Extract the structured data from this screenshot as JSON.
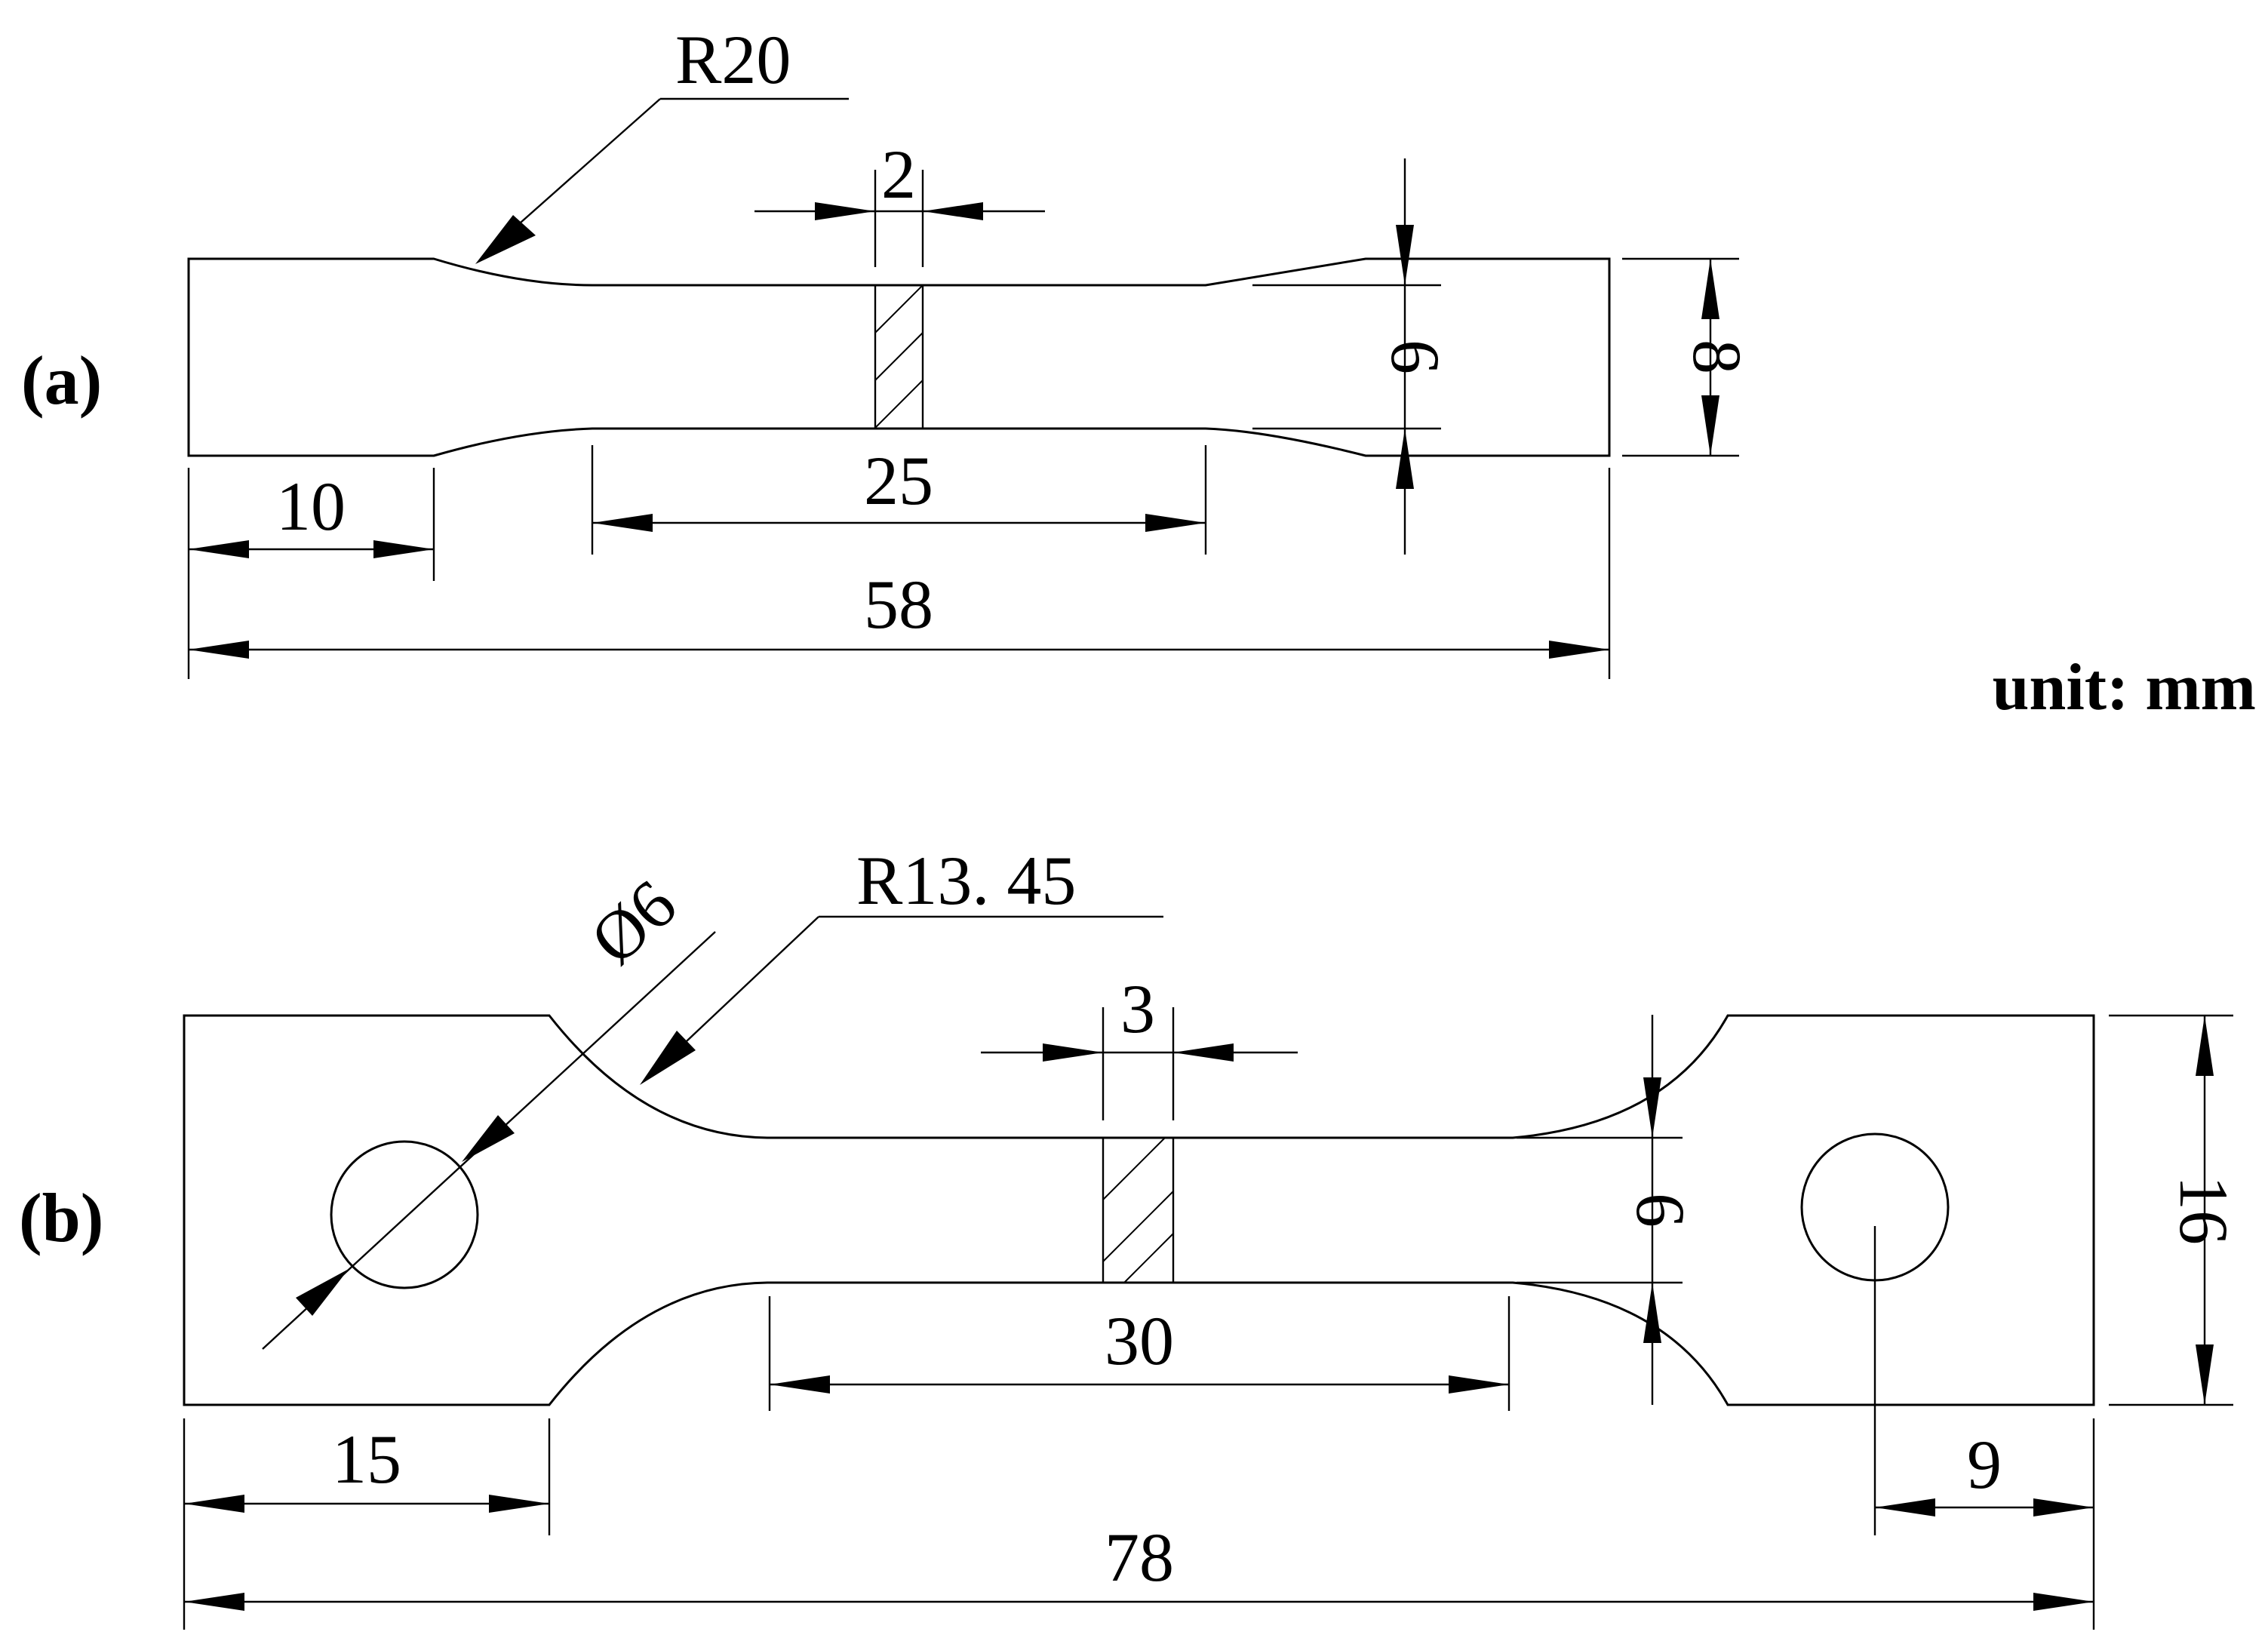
{
  "unit_label": "unit: mm",
  "panel_a": {
    "label": "(a)",
    "radius": "R20",
    "hatch_width": "2",
    "gauge_width": "6",
    "total_width": "8",
    "grip_length": "10",
    "gauge_length": "25",
    "total_length": "58"
  },
  "panel_b": {
    "label": "(b)",
    "hole_diameter": "Ø6",
    "radius": "R13. 45",
    "hatch_width": "3",
    "gauge_width": "6",
    "total_width": "16",
    "grip_length": "15",
    "gauge_length": "30",
    "hole_offset": "9",
    "total_length": "78"
  }
}
